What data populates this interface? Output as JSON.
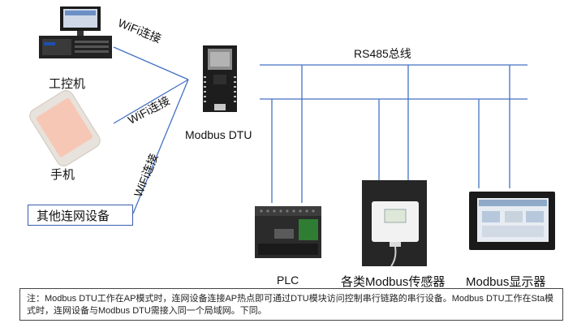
{
  "devices": {
    "ipc": "工控机",
    "phone": "手机",
    "other": "其他连网设备",
    "dtu": "Modbus DTU",
    "plc": "PLC",
    "sensor": "各类Modbus传感器",
    "display": "Modbus显示器"
  },
  "links": {
    "wifi1": "WiFi连接",
    "wifi2": "WiFi连接",
    "wifi3": "WiFi连接",
    "bus": "RS485总线"
  },
  "note": "注：Modbus DTU工作在AP模式时，连网设备连接AP热点即可通过DTU模块访问控制串行链路的串行设备。Modbus DTU工作在Sta模式时，连网设备与Modbus DTU需接入同一个局域网。下同。",
  "colors": {
    "line": "#4472c4",
    "box": "#3a5dae"
  }
}
